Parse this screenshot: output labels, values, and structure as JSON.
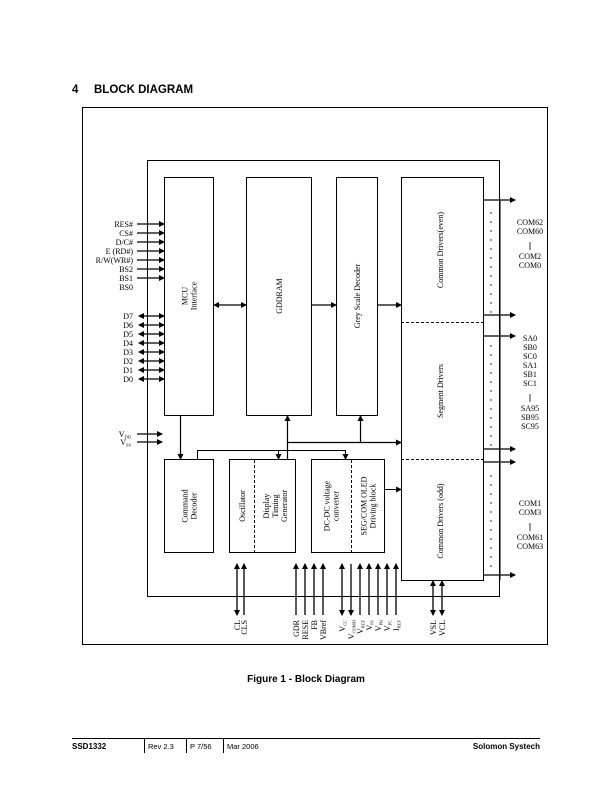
{
  "section": {
    "number": "4",
    "title": "BLOCK DIAGRAM"
  },
  "diagram": {
    "blocks": {
      "mcu": [
        "MCU",
        "Interface"
      ],
      "gddram": [
        "GDDRAM"
      ],
      "grey": [
        "Grey Scale Decoder"
      ],
      "com_even": [
        "Common Drivers(even)"
      ],
      "segment": [
        "Segment Drivers"
      ],
      "com_odd": [
        "Common Drivers (odd)"
      ],
      "cmd": [
        "Command",
        "Decoder"
      ],
      "osc": [
        "Oscillator"
      ],
      "dtg": [
        "Display",
        "Timing",
        "Generator"
      ],
      "dcdc": [
        "DC-DC voltage",
        "converter"
      ],
      "segcom": [
        "SEG/COM OLED",
        "Driving block"
      ]
    },
    "control_inputs": [
      "RES#",
      "CS#",
      "D/C#",
      "E (RD#)",
      "R/W(WR#)",
      "BS2",
      "BS1",
      "BS0"
    ],
    "data_bus": [
      "D7",
      "D6",
      "D5",
      "D4",
      "D3",
      "D2",
      "D1",
      "D0"
    ],
    "power_inputs": [
      {
        "main": "V",
        "sub": "DD"
      },
      {
        "main": "V",
        "sub": "SS"
      }
    ],
    "outputs_com_even": [
      "COM62",
      "COM60",
      "|",
      "COM2",
      "COM0"
    ],
    "outputs_segment": [
      "SA0",
      "SB0",
      "SC0",
      "SA1",
      "SB1",
      "SC1",
      "|",
      "SA95",
      "SB95",
      "SC95"
    ],
    "outputs_com_odd": [
      "COM1",
      "COM3",
      "|",
      "COM61",
      "COM63"
    ],
    "bottom_pins": [
      {
        "main": "CL",
        "sub": ""
      },
      {
        "main": "CLS",
        "sub": ""
      },
      {
        "main": "GDR",
        "sub": ""
      },
      {
        "main": "RESE",
        "sub": ""
      },
      {
        "main": "FB",
        "sub": ""
      },
      {
        "main": "VBref",
        "sub": ""
      },
      {
        "main": "V",
        "sub": "CC"
      },
      {
        "main": "V",
        "sub": "COMH"
      },
      {
        "main": "V",
        "sub": "REF"
      },
      {
        "main": "V",
        "sub": "P1"
      },
      {
        "main": "V",
        "sub": "PB"
      },
      {
        "main": "V",
        "sub": "PC"
      },
      {
        "main": "I",
        "sub": "REF"
      },
      {
        "main": "VSL",
        "sub": ""
      },
      {
        "main": "VCL",
        "sub": ""
      }
    ]
  },
  "caption": "Figure 1 - Block Diagram",
  "footer": {
    "part": "SSD1332",
    "rev": "Rev 2.3",
    "page": "P 7/56",
    "date": "Mar 2006",
    "company": "Solomon Systech"
  }
}
